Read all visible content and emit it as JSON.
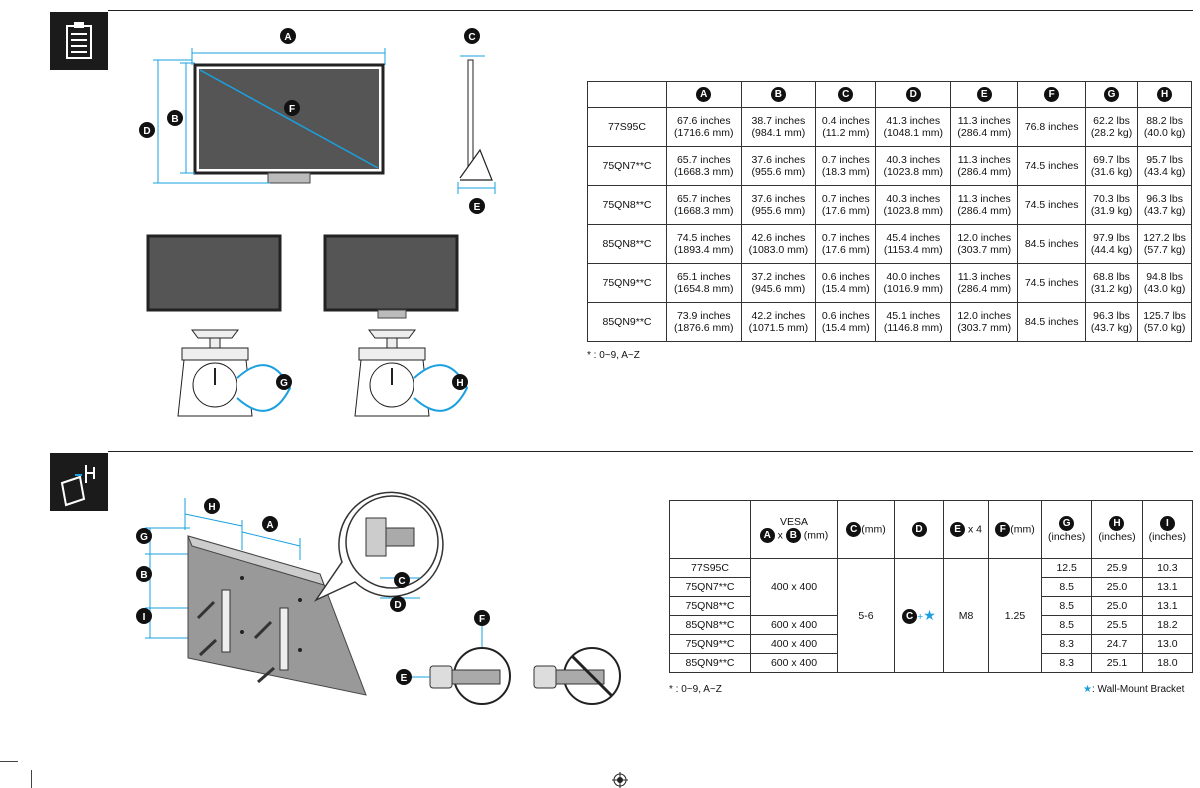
{
  "dimensions": {
    "headers": [
      "A",
      "B",
      "C",
      "D",
      "E",
      "F",
      "G",
      "H"
    ],
    "rows": [
      {
        "model": "77S95C",
        "a": [
          "67.6 inches",
          "(1716.6 mm)"
        ],
        "b": [
          "38.7 inches",
          "(984.1 mm)"
        ],
        "c": [
          "0.4 inches",
          "(11.2 mm)"
        ],
        "d": [
          "41.3 inches",
          "(1048.1 mm)"
        ],
        "e": [
          "11.3 inches",
          "(286.4 mm)"
        ],
        "f": "76.8 inches",
        "g": [
          "62.2 lbs",
          "(28.2 kg)"
        ],
        "h": [
          "88.2 lbs",
          "(40.0 kg)"
        ]
      },
      {
        "model": "75QN7**C",
        "a": [
          "65.7 inches",
          "(1668.3 mm)"
        ],
        "b": [
          "37.6 inches",
          "(955.6 mm)"
        ],
        "c": [
          "0.7 inches",
          "(18.3 mm)"
        ],
        "d": [
          "40.3 inches",
          "(1023.8 mm)"
        ],
        "e": [
          "11.3 inches",
          "(286.4 mm)"
        ],
        "f": "74.5 inches",
        "g": [
          "69.7 lbs",
          "(31.6 kg)"
        ],
        "h": [
          "95.7 lbs",
          "(43.4 kg)"
        ]
      },
      {
        "model": "75QN8**C",
        "a": [
          "65.7 inches",
          "(1668.3 mm)"
        ],
        "b": [
          "37.6 inches",
          "(955.6 mm)"
        ],
        "c": [
          "0.7 inches",
          "(17.6 mm)"
        ],
        "d": [
          "40.3 inches",
          "(1023.8 mm)"
        ],
        "e": [
          "11.3 inches",
          "(286.4 mm)"
        ],
        "f": "74.5 inches",
        "g": [
          "70.3 lbs",
          "(31.9 kg)"
        ],
        "h": [
          "96.3 lbs",
          "(43.7 kg)"
        ]
      },
      {
        "model": "85QN8**C",
        "a": [
          "74.5 inches",
          "(1893.4 mm)"
        ],
        "b": [
          "42.6 inches",
          "(1083.0 mm)"
        ],
        "c": [
          "0.7 inches",
          "(17.6 mm)"
        ],
        "d": [
          "45.4 inches",
          "(1153.4 mm)"
        ],
        "e": [
          "12.0 inches",
          "(303.7 mm)"
        ],
        "f": "84.5 inches",
        "g": [
          "97.9 lbs",
          "(44.4 kg)"
        ],
        "h": [
          "127.2 lbs",
          "(57.7 kg)"
        ]
      },
      {
        "model": "75QN9**C",
        "a": [
          "65.1 inches",
          "(1654.8 mm)"
        ],
        "b": [
          "37.2 inches",
          "(945.6 mm)"
        ],
        "c": [
          "0.6 inches",
          "(15.4 mm)"
        ],
        "d": [
          "40.0 inches",
          "(1016.9 mm)"
        ],
        "e": [
          "11.3 inches",
          "(286.4 mm)"
        ],
        "f": "74.5 inches",
        "g": [
          "68.8 lbs",
          "(31.2 kg)"
        ],
        "h": [
          "94.8 lbs",
          "(43.0 kg)"
        ]
      },
      {
        "model": "85QN9**C",
        "a": [
          "73.9 inches",
          "(1876.6 mm)"
        ],
        "b": [
          "42.2 inches",
          "(1071.5 mm)"
        ],
        "c": [
          "0.6 inches",
          "(15.4 mm)"
        ],
        "d": [
          "45.1 inches",
          "(1146.8 mm)"
        ],
        "e": [
          "12.0 inches",
          "(303.7 mm)"
        ],
        "f": "84.5 inches",
        "g": [
          "96.3 lbs",
          "(43.7 kg)"
        ],
        "h": [
          "125.7 lbs",
          "(57.0 kg)"
        ]
      }
    ],
    "footnote": "* : 0~9, A~Z"
  },
  "wall_mount": {
    "header_vesa": "VESA",
    "header_x": "x",
    "header_mm": "(mm)",
    "header_x4": "x 4",
    "header_inches": "(inches)",
    "letters": {
      "a": "A",
      "b": "B",
      "c": "C",
      "d": "D",
      "e": "E",
      "f": "F",
      "g": "G",
      "h": "H",
      "i": "I"
    },
    "rows": [
      {
        "model": "77S95C",
        "g": "12.5",
        "h": "25.9",
        "i": "10.3"
      },
      {
        "model": "75QN7**C",
        "g": "8.5",
        "h": "25.0",
        "i": "13.1"
      },
      {
        "model": "75QN8**C",
        "g": "8.5",
        "h": "25.0",
        "i": "13.1"
      },
      {
        "model": "85QN8**C",
        "g": "8.5",
        "h": "25.5",
        "i": "18.2"
      },
      {
        "model": "75QN9**C",
        "g": "8.3",
        "h": "24.7",
        "i": "13.0"
      },
      {
        "model": "85QN9**C",
        "g": "8.3",
        "h": "25.1",
        "i": "18.0"
      }
    ],
    "vesa_values": [
      "400 x 400",
      "600 x 400",
      "400 x 400",
      "600 x 400"
    ],
    "c_value": "5-6",
    "d_plus": "+",
    "e_value": "M8",
    "f_value": "1.25",
    "footnote": "* : 0~9, A~Z",
    "legend": ": Wall-Mount Bracket"
  },
  "colors": {
    "accent": "#1aa0e0",
    "dark": "#111111"
  }
}
